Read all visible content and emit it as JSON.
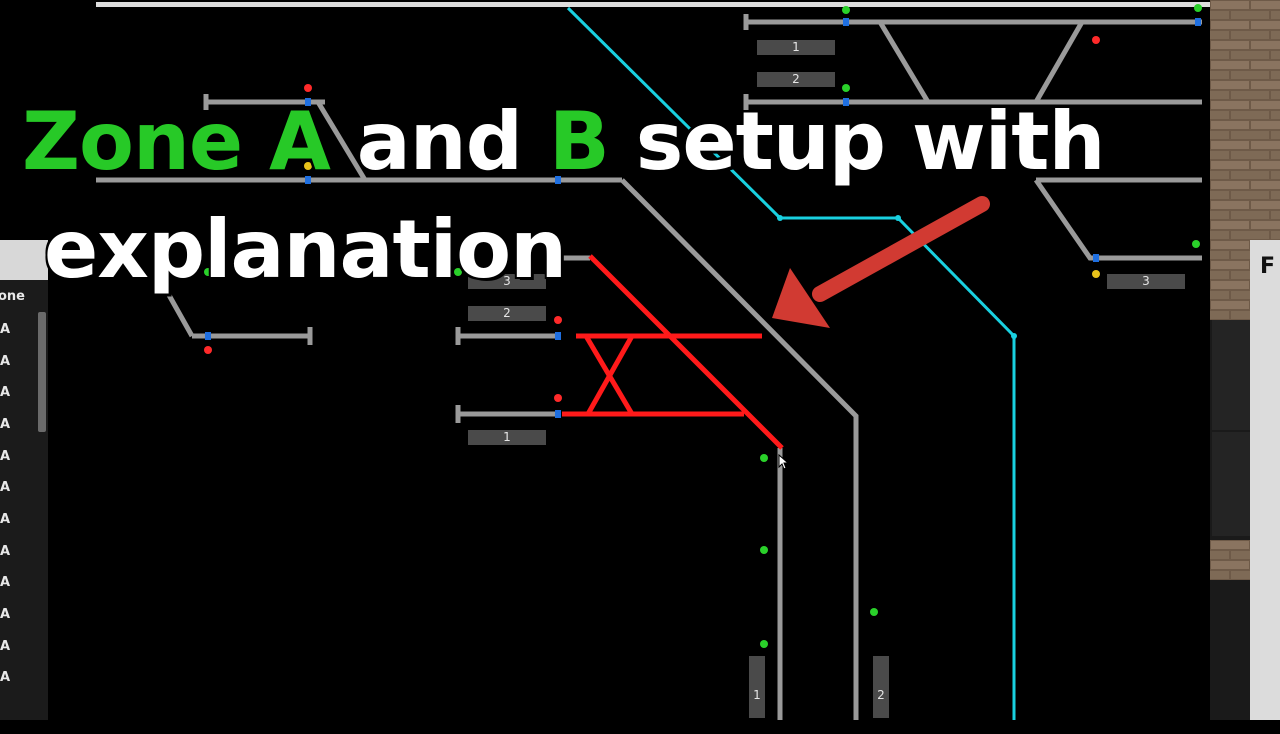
{
  "overlay": {
    "zone_a": "Zone A",
    "and": " and ",
    "b": "B",
    "setup_with": " setup with",
    "explanation": "explanation"
  },
  "left_panel": {
    "column_header": "one",
    "zones": [
      "A",
      "A",
      "A",
      "A",
      "A",
      "A",
      "A",
      "A",
      "A",
      "A",
      "A",
      "A"
    ]
  },
  "right_panel": {
    "title": "F"
  },
  "platforms": {
    "top_right_1": "1",
    "top_right_2": "2",
    "top_right_3": "3",
    "mid_3": "3",
    "mid_2": "2",
    "mid_1": "1",
    "bottom_1": "1",
    "bottom_2": "2"
  },
  "colors": {
    "track": "#9a9a9a",
    "route": "#ff1a1a",
    "line": "#19d0e0",
    "arrow": "#d13a32",
    "signal_green": "#2ad12a",
    "signal_red": "#ff2a2a",
    "signal_yellow": "#e8c21a",
    "block": "#1f6fe0"
  }
}
